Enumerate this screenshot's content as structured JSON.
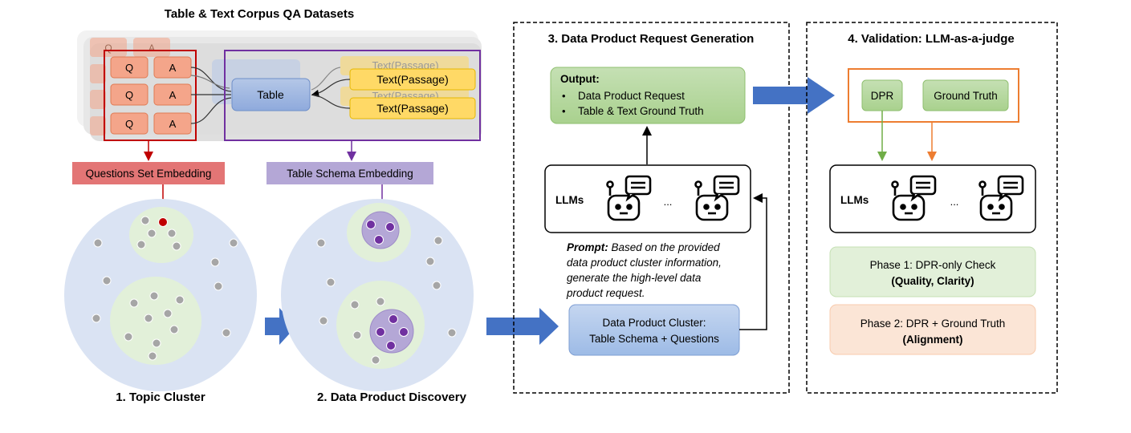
{
  "left": {
    "title": "Table & Text Corpus QA Datasets",
    "q_label": "Q",
    "a_label": "A",
    "table_label": "Table",
    "text_label": "Text(Passage)",
    "q_embed": "Questions Set Embedding",
    "t_embed": "Table Schema Embedding",
    "cap1": "1. Topic Cluster",
    "cap2": "2. Data Product Discovery"
  },
  "section3": {
    "title": "3. Data Product Request Generation",
    "output_title": "Output:",
    "output_items": [
      "Data Product Request",
      "Table & Text Ground Truth"
    ],
    "llms_label": "LLMs",
    "ellipsis": "...",
    "prompt_bold": "Prompt:",
    "prompt_lines": [
      " Based on the provided",
      "data product cluster information,",
      "generate the high-level data",
      "product request."
    ],
    "cluster_lines": [
      "Data Product Cluster:",
      "Table Schema + Questions"
    ]
  },
  "section4": {
    "title": "4. Validation: LLM-as-a-judge",
    "dpr": "DPR",
    "ground_truth": "Ground Truth",
    "llms_label": "LLMs",
    "ellipsis": "...",
    "phase1": "Phase 1: DPR-only Check",
    "phase1_bold": "(Quality, Clarity)",
    "phase2": "Phase 2: DPR + Ground Truth",
    "phase2_bold": "(Alignment)"
  },
  "colors": {
    "qa_fill": "#f4a58a",
    "red": "#c00000",
    "purple": "#7030a0",
    "table_fill": "#8faadc",
    "text_fill": "#ffd966",
    "cluster_bg": "#dae3f3",
    "subcluster": "#e2f0d9",
    "green_box": "#a9d18e",
    "orange": "#ed7d31",
    "arrow_blue": "#4472c4",
    "green_arrow": "#70ad47",
    "phase2_fill": "#fbe5d6"
  }
}
